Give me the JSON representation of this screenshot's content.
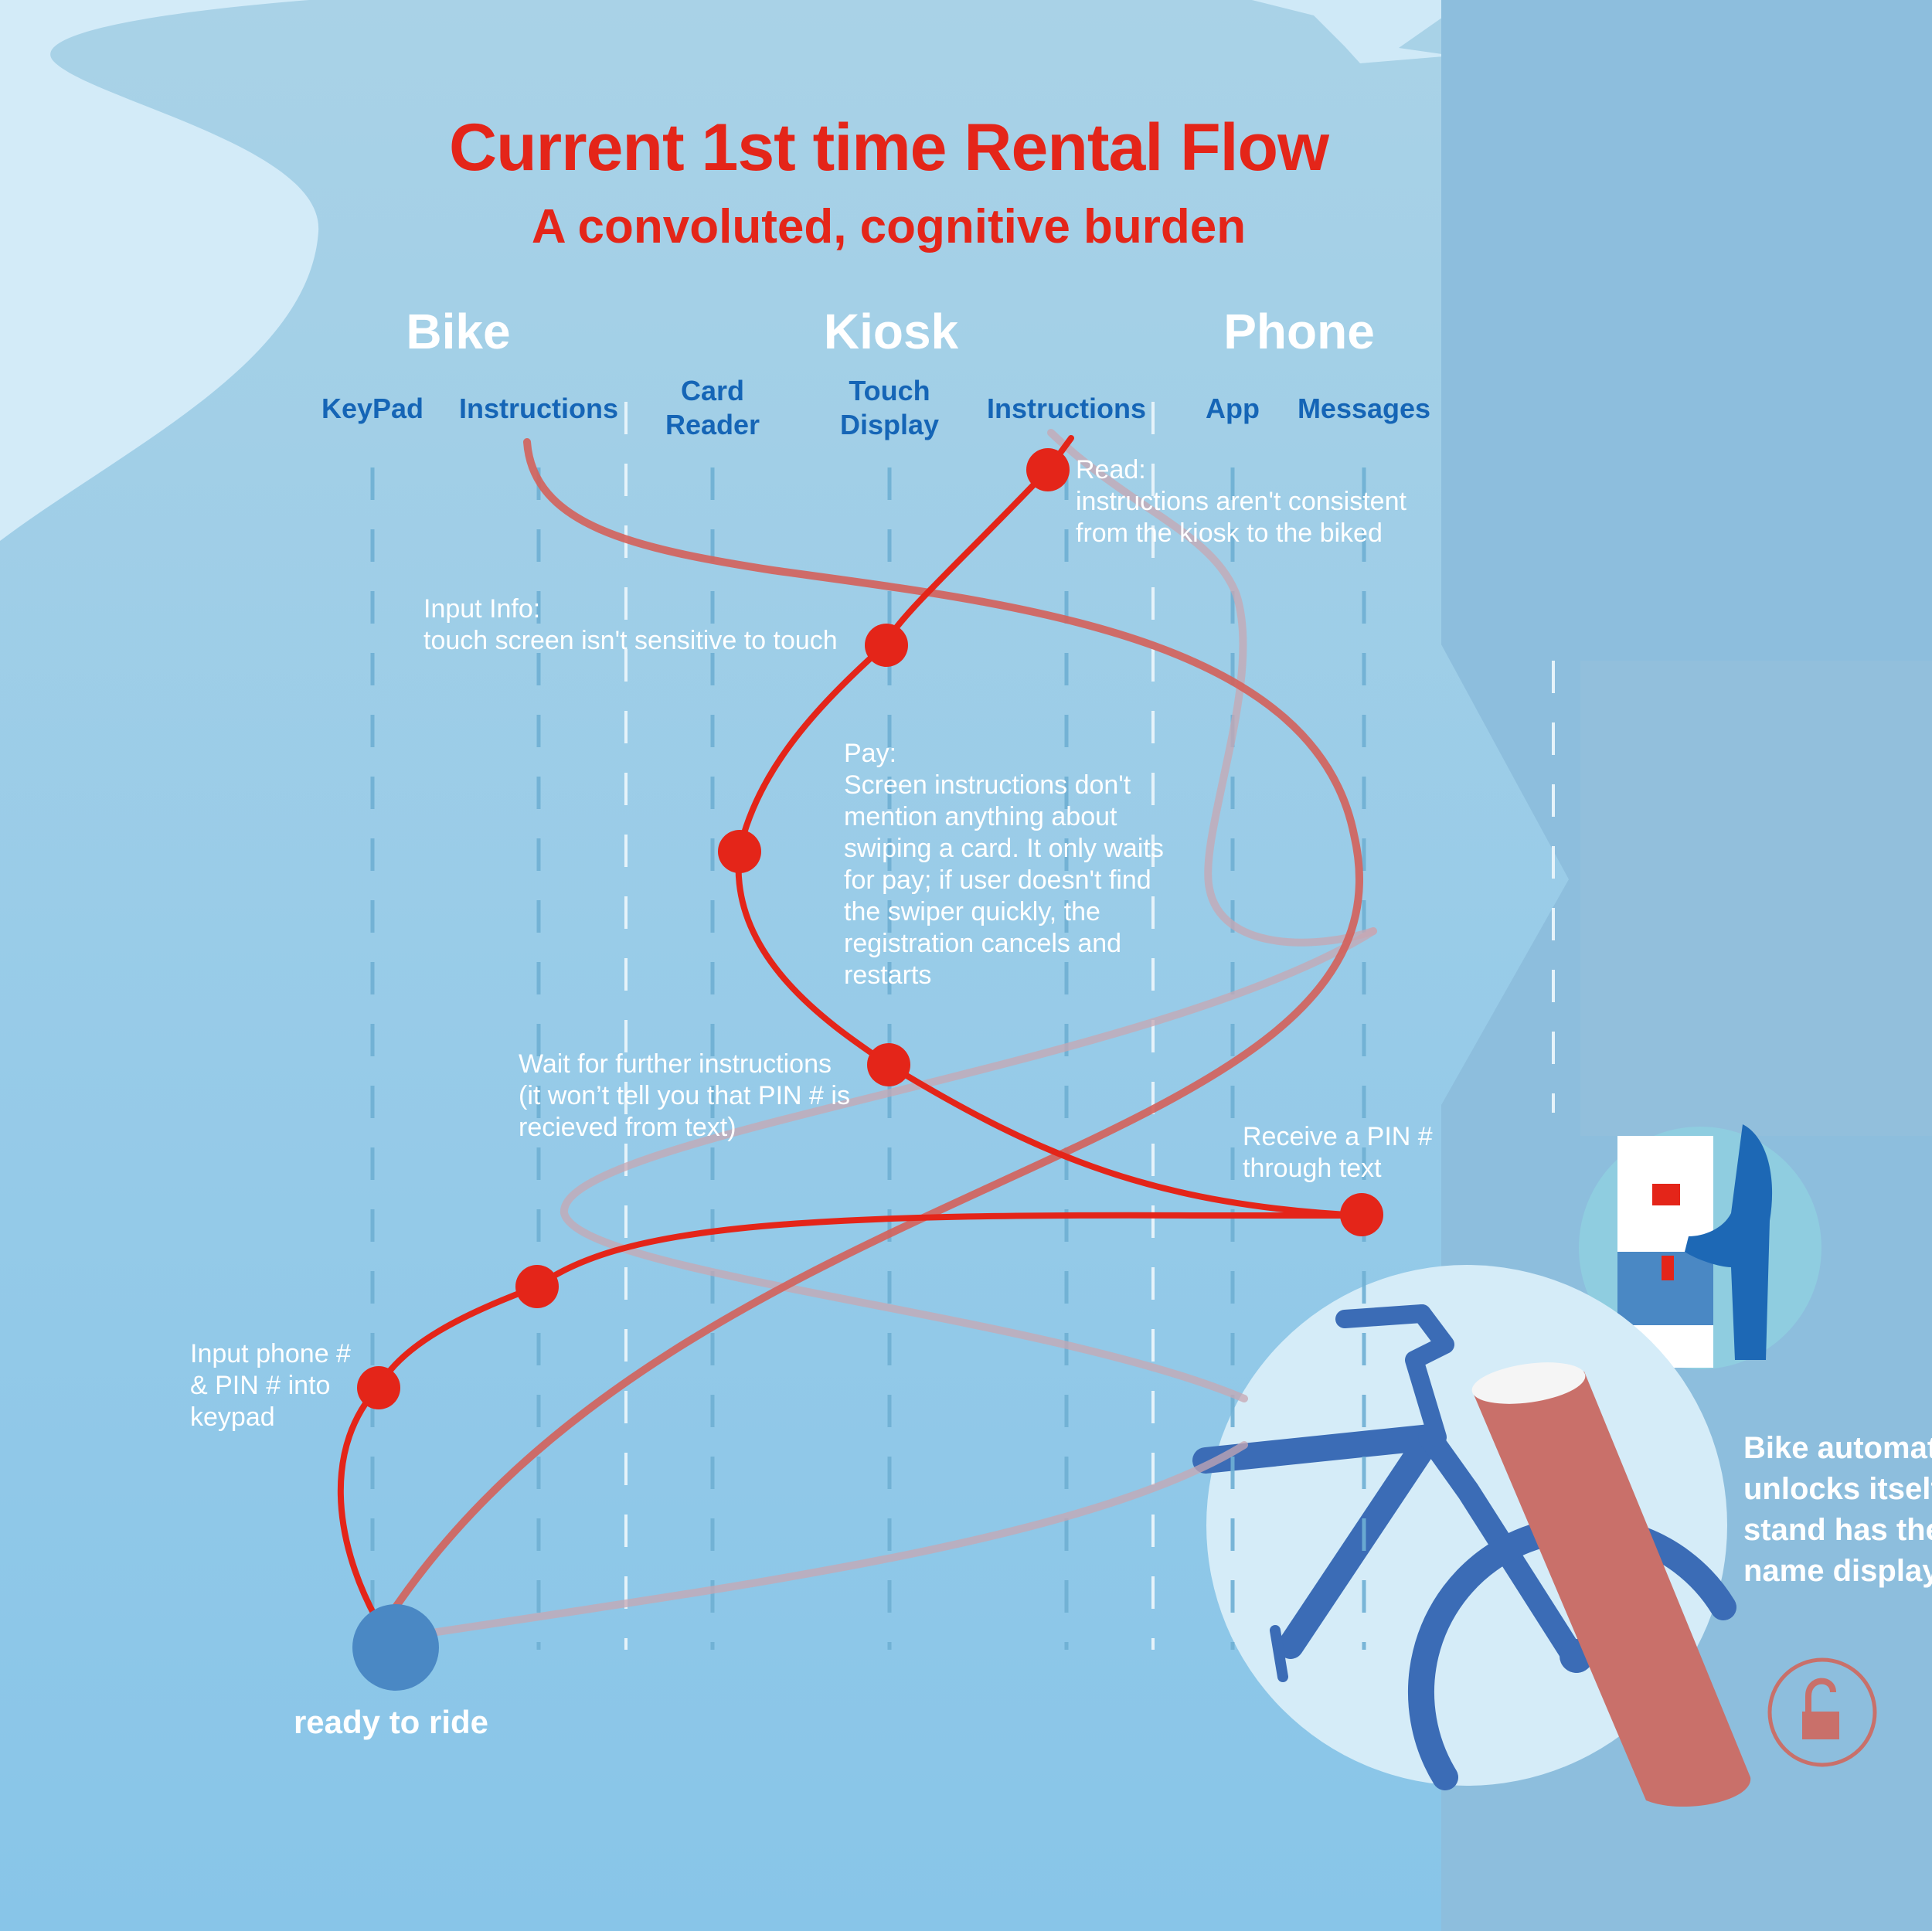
{
  "diagram": {
    "title": "Current 1st time Rental Flow",
    "subtitle": "A convoluted, cognitive burden",
    "groups": {
      "bike": "Bike",
      "kiosk": "Kiosk",
      "phone": "Phone"
    },
    "columns": {
      "keypad": "KeyPad",
      "bike_instructions": "Instructions",
      "card_reader": "Card\nReader",
      "touch_display": "Touch\nDisplay",
      "kiosk_instructions": "Instructions",
      "app": "App",
      "messages": "Messages"
    },
    "steps": {
      "read": "Read:\ninstructions aren't consistent\nfrom the kiosk to the biked",
      "input_info": "Input Info:\ntouch screen isn't sensitive to touch",
      "pay": "Pay:\nScreen instructions don't\nmention anything about\nswiping a card. It only waits\n for pay; if user doesn't find\nthe swiper quickly, the\nregistration cancels and\nrestarts",
      "wait": "Wait for further instructions\n(it won’t tell you that PIN # is\n recieved from text)",
      "receive_pin": "Receive a PIN #\nthrough text",
      "input_phone": "Input phone #\n& PIN # into\nkeypad"
    },
    "end_state": "ready to ride",
    "bike_unlock_caption": "Bike automat\nunlocks itself\nstand has the\nname display"
  },
  "colors": {
    "accent_red": "#e42519",
    "column_label_blue": "#1565b6",
    "end_node_blue": "#4a88c4",
    "bike_blue": "#3b6cb6",
    "post_red": "#c9706a"
  }
}
